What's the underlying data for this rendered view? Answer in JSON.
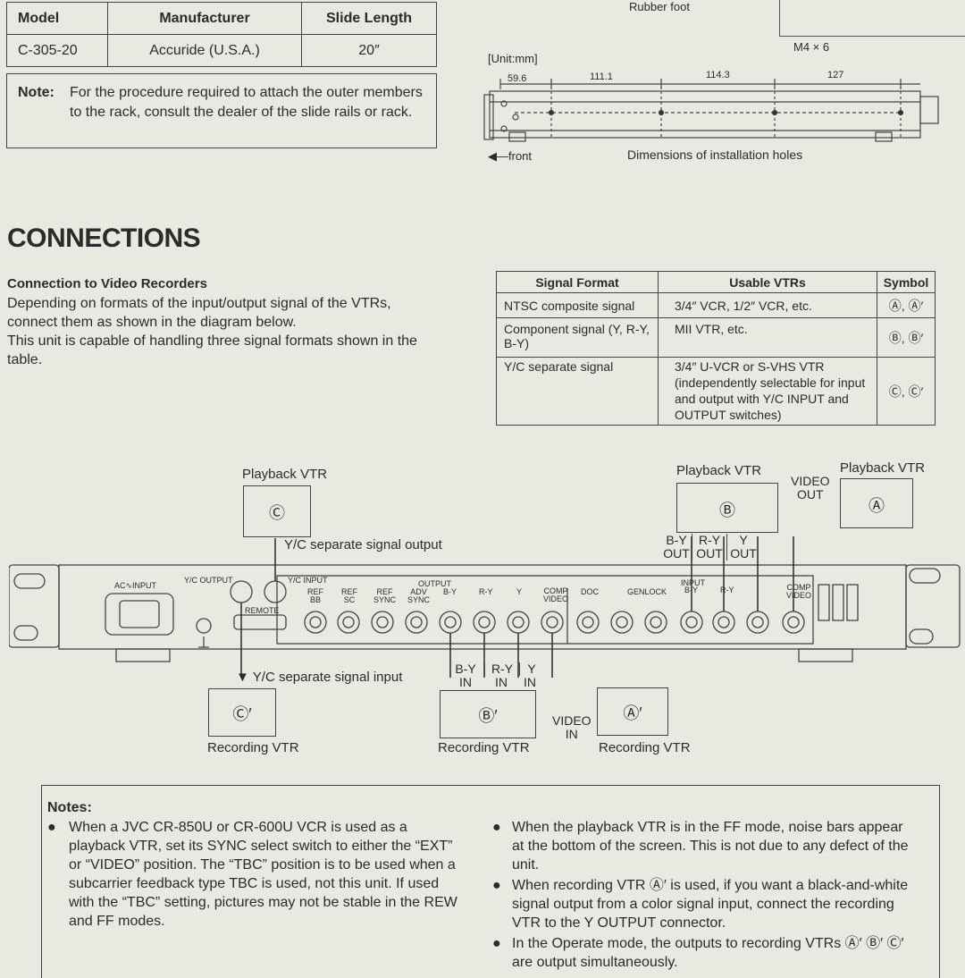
{
  "slide_table": {
    "headers": [
      "Model",
      "Manufacturer",
      "Slide Length"
    ],
    "row": [
      "C-305-20",
      "Accuride (U.S.A.)",
      "20″"
    ]
  },
  "note": {
    "label": "Note:",
    "text": "For the procedure required to attach the outer members to the rack, consult the dealer of the slide rails or rack."
  },
  "dimension_drawing": {
    "rubber_foot": "Rubber foot",
    "screw": "M4 × 6",
    "unit": "[Unit:mm]",
    "dims": [
      "59.6",
      "111.1",
      "114.3",
      "127"
    ],
    "front": "front",
    "caption": "Dimensions of installation holes"
  },
  "section_title": "CONNECTIONS",
  "connection": {
    "heading": "Connection to Video Recorders",
    "para1": "Depending on formats of the input/output signal of the VTRs, connect them as shown in the diagram below.",
    "para2": "This unit is capable of handling three signal formats shown in the table."
  },
  "format_table": {
    "headers": [
      "Signal Format",
      "Usable VTRs",
      "Symbol"
    ],
    "rows": [
      [
        "NTSC composite signal",
        "3/4″ VCR, 1/2″ VCR, etc.",
        "Ⓐ, Ⓐ′"
      ],
      [
        "Component signal (Y, R-Y, B-Y)",
        "MII VTR, etc.",
        "Ⓑ, Ⓑ′"
      ],
      [
        "Y/C separate signal",
        "3/4″ U-VCR or S-VHS VTR (independently selectable for input and output with Y/C INPUT and OUTPUT switches)",
        "Ⓒ, Ⓒ′"
      ]
    ]
  },
  "diagram": {
    "playback_vtr": "Playback VTR",
    "recording_vtr": "Recording VTR",
    "sym_c": "Ⓒ",
    "sym_b": "Ⓑ",
    "sym_a": "Ⓐ",
    "sym_c2": "Ⓒ′",
    "sym_b2": "Ⓑ′",
    "sym_a2": "Ⓐ′",
    "yc_out": "Y/C separate signal output",
    "yc_in": "Y/C separate signal input",
    "by_out": "B-Y",
    "ry_out": "R-Y",
    "y_out": "Y",
    "out": "OUT",
    "video_out_1": "VIDEO",
    "video_out_2": "OUT",
    "video_in_1": "VIDEO",
    "video_in_2": "IN",
    "in": "IN",
    "panel": {
      "ac_input": "AC∿INPUT",
      "yc_output": "Y/C OUTPUT",
      "yc_input": "Y/C INPUT",
      "remote": "REMOTE",
      "output": "OUTPUT",
      "ref_bb_1": "REF",
      "ref_bb_2": "BB",
      "ref_sc_1": "REF",
      "ref_sc_2": "SC",
      "ref_sync_1": "REF",
      "ref_sync_2": "SYNC",
      "adv_sync_1": "ADV",
      "adv_sync_2": "SYNC",
      "by": "B-Y",
      "ry": "R-Y",
      "y": "Y",
      "comp_video_1": "COMP",
      "comp_video_2": "VIDEO",
      "doc": "DOC",
      "genlock": "GENLOCK",
      "input": "INPUT",
      "in_by": "B-Y",
      "in_ry": "R-Y",
      "in_comp_1": "COMP",
      "in_comp_2": "VIDEO"
    }
  },
  "notes": {
    "title": "Notes:",
    "left": "When a JVC CR-850U or CR-600U VCR is used as a playback VTR, set its SYNC select switch to either the “EXT” or “VIDEO” position. The “TBC” position is to be used when a subcarrier feedback type TBC is used, not this unit. If used with the “TBC” setting, pictures may not be stable in the REW and FF modes.",
    "right": [
      "When the playback VTR is in the FF mode, noise bars appear at the bottom of the screen. This is not due to any defect of the unit.",
      "When recording VTR Ⓐ′ is used, if you want a black-and-white signal output from a color signal input, connect the recording VTR to the Y OUTPUT connector.",
      "In the Operate mode, the outputs to recording VTRs Ⓐ′ Ⓑ′ Ⓒ′ are output simultaneously."
    ]
  }
}
